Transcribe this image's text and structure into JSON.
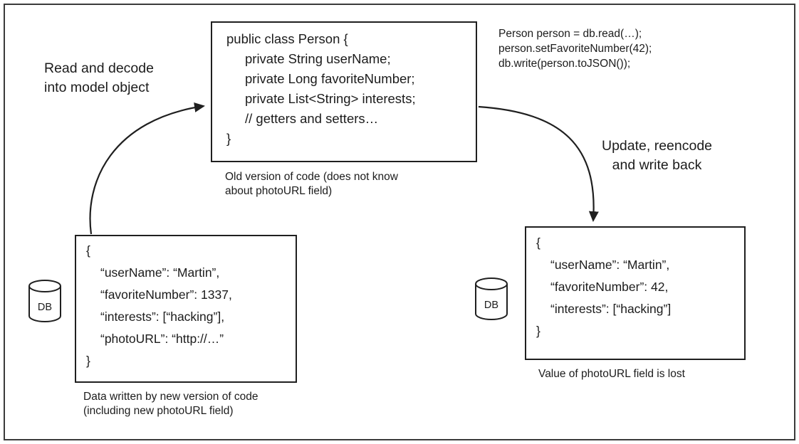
{
  "labels": {
    "read_decode": [
      "Read and decode",
      "into model object"
    ],
    "update_reencode": [
      "Update, reencode",
      "and write back"
    ]
  },
  "class_box": {
    "code": [
      "public class Person {",
      "private String userName;",
      "private Long favoriteNumber;",
      "private List<String> interests;",
      "// getters and setters…",
      "}"
    ],
    "caption": [
      "Old version of code (does not know",
      "about photoURL field)"
    ]
  },
  "usage_code": [
    "Person person = db.read(…);",
    "person.setFavoriteNumber(42);",
    "db.write(person.toJSON());"
  ],
  "left_db": {
    "label": "DB"
  },
  "right_db": {
    "label": "DB"
  },
  "left_json": {
    "code": [
      "{",
      "“userName”: “Martin”,",
      "“favoriteNumber”: 1337,",
      "“interests”: [“hacking”],",
      "“photoURL”: “http://…”",
      "}"
    ],
    "caption": [
      "Data written by new version of code",
      "(including new photoURL field)"
    ]
  },
  "right_json": {
    "code": [
      "{",
      "“userName”: “Martin”,",
      "“favoriteNumber”: 42,",
      "“interests”: [“hacking”]",
      "}"
    ],
    "caption": [
      "Value of photoURL field is lost"
    ]
  }
}
